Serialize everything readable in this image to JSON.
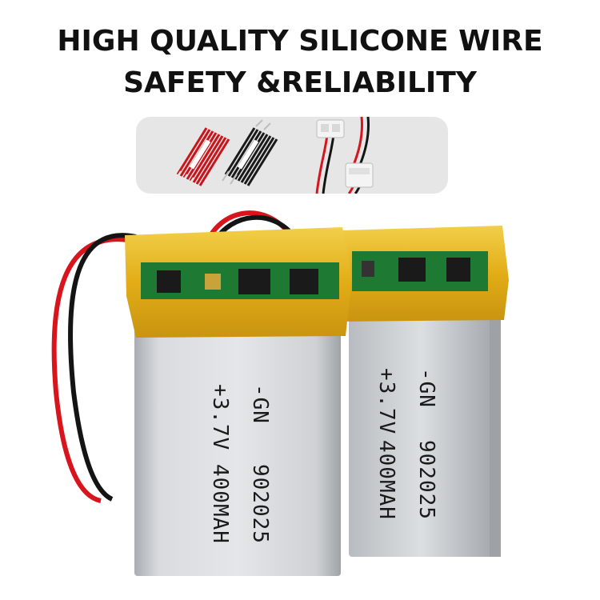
{
  "headline": {
    "line1": "HIGH QUALITY SILICONE WIRE",
    "line2": "SAFETY &RELIABILITY"
  },
  "battery_front": {
    "brand": "-GN",
    "model": "902025",
    "voltage": "+3.7V",
    "capacity": "400MAH"
  },
  "battery_back": {
    "brand": "-GN",
    "model": "902025",
    "voltage": "+3.7V",
    "capacity": "400MAH"
  },
  "colors": {
    "wrap_gold": "#e6b21a",
    "cell_silver": "#c9cccf",
    "pcb_green": "#1f7a33",
    "wire_red": "#d8141c",
    "wire_black": "#141414"
  }
}
